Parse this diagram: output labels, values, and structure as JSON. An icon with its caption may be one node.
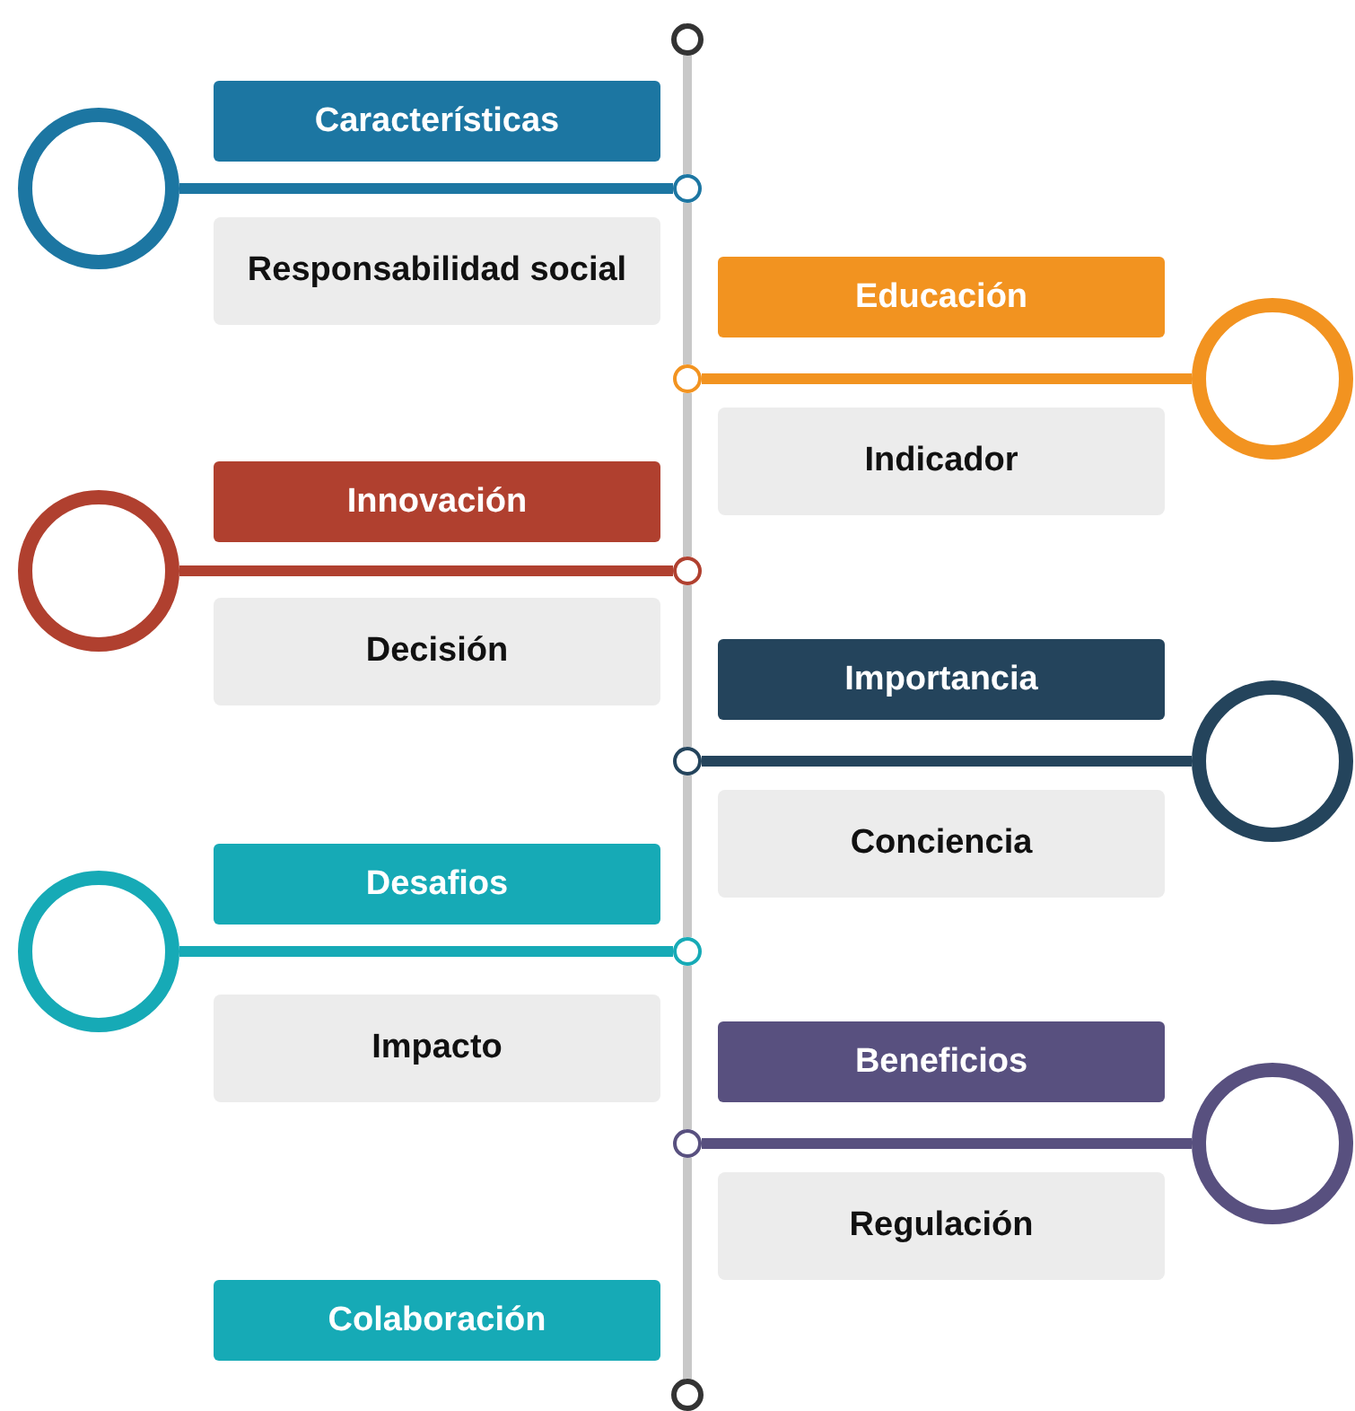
{
  "diagram": {
    "nodes": [
      {
        "text": [],
        "shape": "circle"
      },
      {
        "text": [
          "Características"
        ]
      },
      {
        "text": [],
        "shape": "circle"
      },
      {
        "text": [],
        "shape": "circle"
      },
      {
        "text": [
          "Responsabilidad social"
        ]
      },
      {
        "text": [
          "Educación"
        ]
      },
      {
        "text": [],
        "shape": "circle"
      },
      {
        "text": [],
        "shape": "circle"
      },
      {
        "text": [
          "Indicador"
        ]
      },
      {
        "text": [
          "Innovación"
        ]
      },
      {
        "text": [],
        "shape": "circle"
      },
      {
        "text": [],
        "shape": "circle"
      },
      {
        "text": [
          "Decisión"
        ]
      },
      {
        "text": [
          "Importancia"
        ]
      },
      {
        "text": [],
        "shape": "circle"
      },
      {
        "text": [],
        "shape": "circle"
      },
      {
        "text": [
          "Conciencia"
        ]
      },
      {
        "text": [
          "Desafios"
        ]
      },
      {
        "text": [],
        "shape": "circle"
      },
      {
        "text": [],
        "shape": "circle"
      },
      {
        "text": [
          "Impacto"
        ]
      },
      {
        "text": [
          "Beneficios"
        ]
      },
      {
        "text": [],
        "shape": "circle"
      },
      {
        "text": [],
        "shape": "circle"
      },
      {
        "text": [
          "Regulación"
        ]
      },
      {
        "text": [
          "Colaboración"
        ]
      },
      {
        "text": [],
        "shape": "circle"
      }
    ],
    "edges": [
      {
        "from": 0,
        "to": 3,
        "arrow": "none"
      },
      {
        "from": 3,
        "to": 7,
        "arrow": "none"
      },
      {
        "from": 7,
        "to": 11,
        "arrow": "none"
      },
      {
        "from": 11,
        "to": 15,
        "arrow": "none"
      },
      {
        "from": 15,
        "to": 19,
        "arrow": "none"
      },
      {
        "from": 19,
        "to": 23,
        "arrow": "none"
      },
      {
        "from": 23,
        "to": 26,
        "arrow": "none"
      },
      {
        "from": 2,
        "to": 3,
        "arrow": "none",
        "color": "#1c76a2"
      },
      {
        "from": 6,
        "to": 7,
        "arrow": "none",
        "color": "#f29320"
      },
      {
        "from": 10,
        "to": 11,
        "arrow": "none",
        "color": "#b0402f"
      },
      {
        "from": 14,
        "to": 15,
        "arrow": "none",
        "color": "#24445c"
      },
      {
        "from": 18,
        "to": 19,
        "arrow": "none",
        "color": "#16aab6"
      },
      {
        "from": 22,
        "to": 23,
        "arrow": "none",
        "color": "#58507f"
      }
    ]
  }
}
